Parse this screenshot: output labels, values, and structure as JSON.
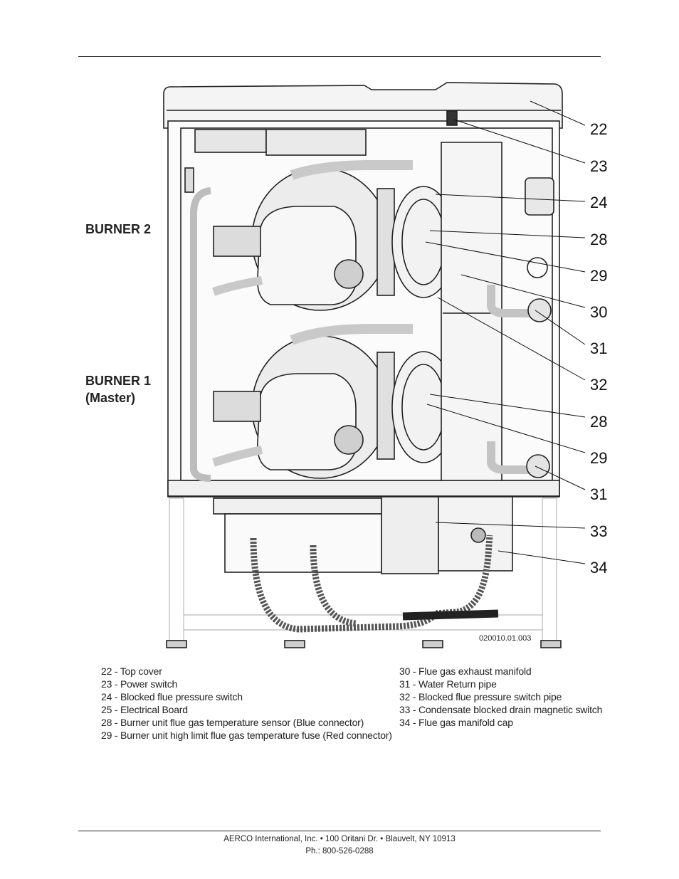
{
  "callouts": [
    "22",
    "23",
    "24",
    "28",
    "29",
    "30",
    "31",
    "32",
    "28",
    "29",
    "31",
    "33",
    "34"
  ],
  "burner_labels": {
    "burner2": "BURNER 2",
    "burner1_line1": "BURNER 1",
    "burner1_line2": "(Master)"
  },
  "drawing_code": "020010.01.003",
  "legend_left": [
    "22 - Top cover",
    "23 - Power switch",
    "24 - Blocked flue pressure switch",
    "25 - Electrical Board",
    "28 - Burner unit flue gas temperature sensor (Blue connector)",
    "29 - Burner unit high limit flue gas temperature fuse (Red connector)"
  ],
  "legend_right": [
    "30 - Flue gas exhaust manifold",
    "31 - Water Return pipe",
    "32 - Blocked flue pressure switch pipe",
    "33 - Condensate blocked drain magnetic switch",
    "34 - Flue gas manifold cap"
  ],
  "footer": {
    "line1": "AERCO International, Inc. • 100 Oritani Dr. •  Blauvelt, NY 10913",
    "line2": "Ph.: 800-526-0288"
  }
}
